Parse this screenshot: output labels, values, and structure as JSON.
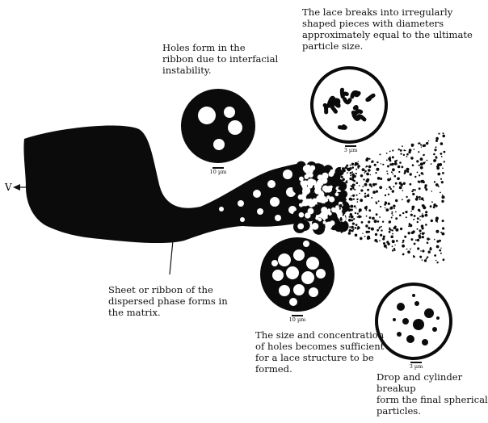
{
  "figure": {
    "velocity_label": "V",
    "annotations": {
      "holes_form": "Holes form in the\nribbon due to interfacial\ninstability.",
      "lace_breaks": "The lace breaks into irregularly\nshaped pieces with diameters\napproximately equal to the ultimate\nparticle size.",
      "sheet_forms": "Sheet or ribbon of the\ndispersed phase forms in\nthe matrix.",
      "lace_structure": "The size and concentration\nof holes becomes sufficient\nfor a lace structure to be\nformed.",
      "drop_breakup": "Drop and cylinder breakup\nform the final spherical\nparticles."
    },
    "scale_bars": {
      "holes": "10 µm",
      "lace_pieces": "3 µm",
      "lace_structure": "10 µm",
      "drops": "3 µm"
    }
  }
}
